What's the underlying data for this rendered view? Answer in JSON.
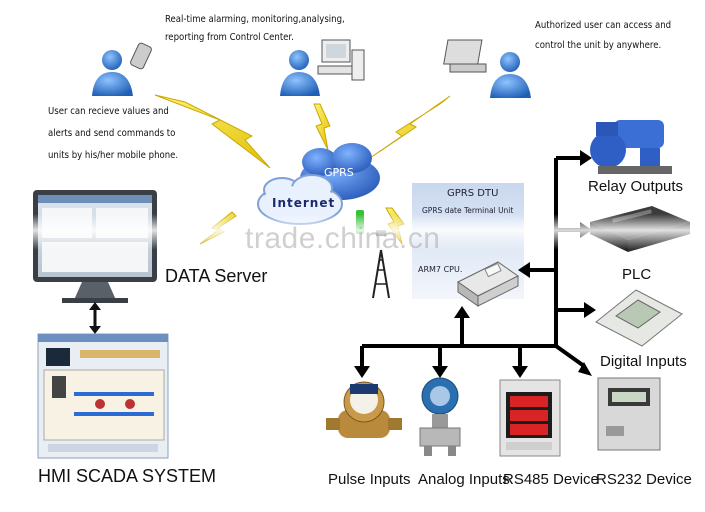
{
  "captions": {
    "control_center_line1": "Real-time alarming, monitoring,analysing,",
    "control_center_line2": "reporting from Control Center.",
    "authorized_line1": "Authorized user can access and",
    "authorized_line2": "control the unit by anywhere.",
    "mobile_line1": "User can recieve values and",
    "mobile_line2": "alerts and send commands to",
    "mobile_line3": "units by his/her mobile phone."
  },
  "cloud": {
    "gprs": "GPRS",
    "internet": "Internet"
  },
  "dtu": {
    "title": "GPRS DTU",
    "subtitle": "GPRS date Terminal Unit",
    "cpu": "ARM7 CPU."
  },
  "labels": {
    "data_server": "DATA  Server",
    "hmi": "HMI SCADA SYSTEM",
    "relay": "Relay Outputs",
    "plc": "PLC",
    "digital": "Digital Inputs",
    "pulse": "Pulse Inputs",
    "analog": "Analog Inputs",
    "rs485": "RS485 Device",
    "rs232": "RS232 Device"
  },
  "watermark": "trade.china.cn"
}
